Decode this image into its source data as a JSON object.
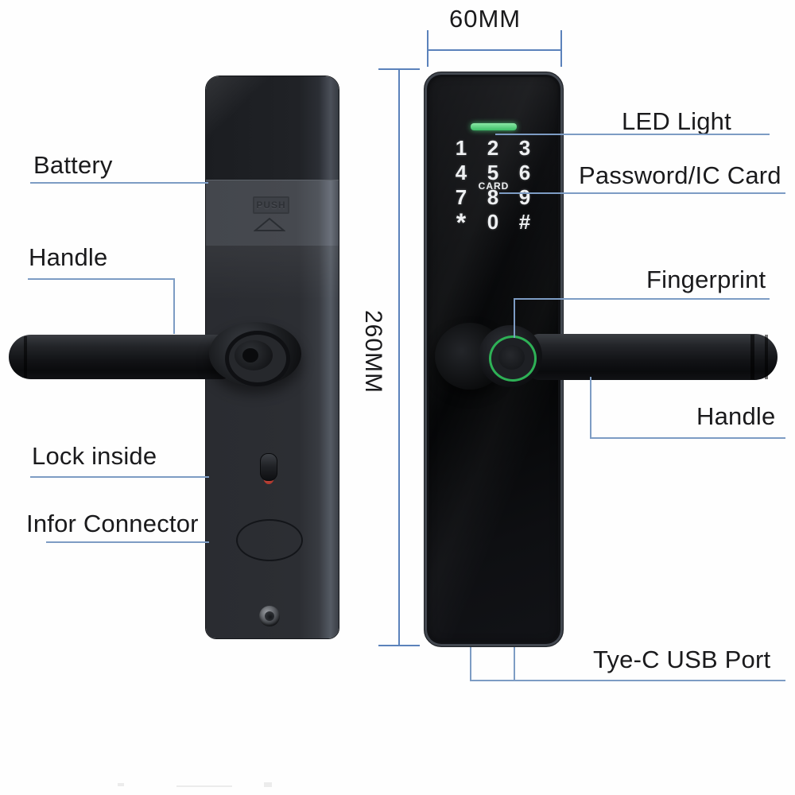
{
  "title": "Smart door lock annotated product diagram",
  "dimensions": {
    "width": "60MM",
    "height": "260MM"
  },
  "left_panel": {
    "push_label": "PUSH",
    "callouts": {
      "battery": "Battery",
      "handle": "Handle",
      "lock_inside": "Lock inside",
      "infor_connector": "Infor Connector"
    }
  },
  "right_panel": {
    "keypad": {
      "keys": [
        "1",
        "2",
        "3",
        "4",
        "5",
        "6",
        "7",
        "8",
        "9",
        "*",
        "0",
        "#"
      ],
      "card_label": "CARD"
    },
    "callouts": {
      "led_light": "LED Light",
      "password_ic_card": "Password/IC Card",
      "fingerprint": "Fingerprint",
      "handle": "Handle",
      "usb_port": "Tye-C USB Port"
    }
  },
  "colors": {
    "callout_line": "#7d9cc4",
    "dimension_line": "#5b82bb",
    "led_green": "#4fd07c",
    "fingerprint_ring_green": "#2eb156",
    "indicator_red": "#c0453a",
    "label_text": "#1a1a1c"
  }
}
